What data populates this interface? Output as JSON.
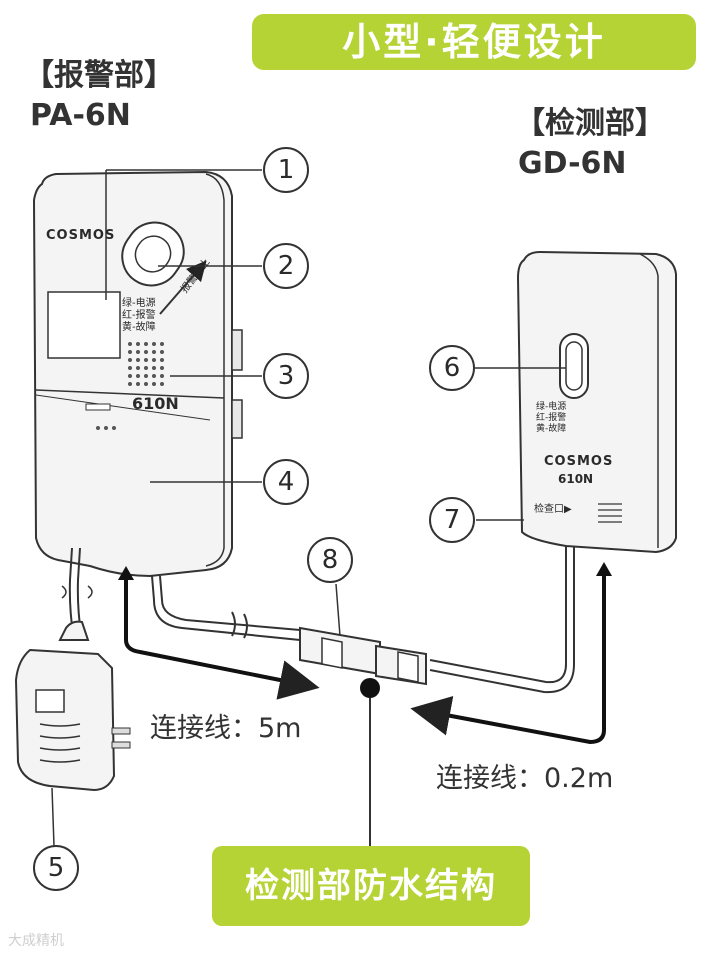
{
  "title": "小型·轻便设计",
  "alarm_unit": {
    "label": "【报警部】",
    "model": "PA-6N"
  },
  "detector_unit": {
    "label": "【检测部】",
    "model": "GD-6N"
  },
  "device_a": {
    "brand": "COSMOS",
    "model_no": "610N",
    "status_lines": [
      "绿-电源",
      "红-报警",
      "黄-故障"
    ],
    "stop_label": "报警停止"
  },
  "device_b": {
    "brand": "COSMOS",
    "model_no": "610N",
    "status_lines": [
      "绿-电源",
      "红-报警",
      "黄-故障"
    ],
    "port_label": "检查口▶"
  },
  "callouts": [
    "1",
    "2",
    "3",
    "4",
    "5",
    "6",
    "7",
    "8"
  ],
  "cable_long": "连接线：5m",
  "cable_short": "连接线：0.2m",
  "waterproof": "检测部防水结构",
  "watermark": "大成精机",
  "colors": {
    "accent": "#b5d334",
    "line": "#222222",
    "device_fill": "#f4f4f4"
  }
}
